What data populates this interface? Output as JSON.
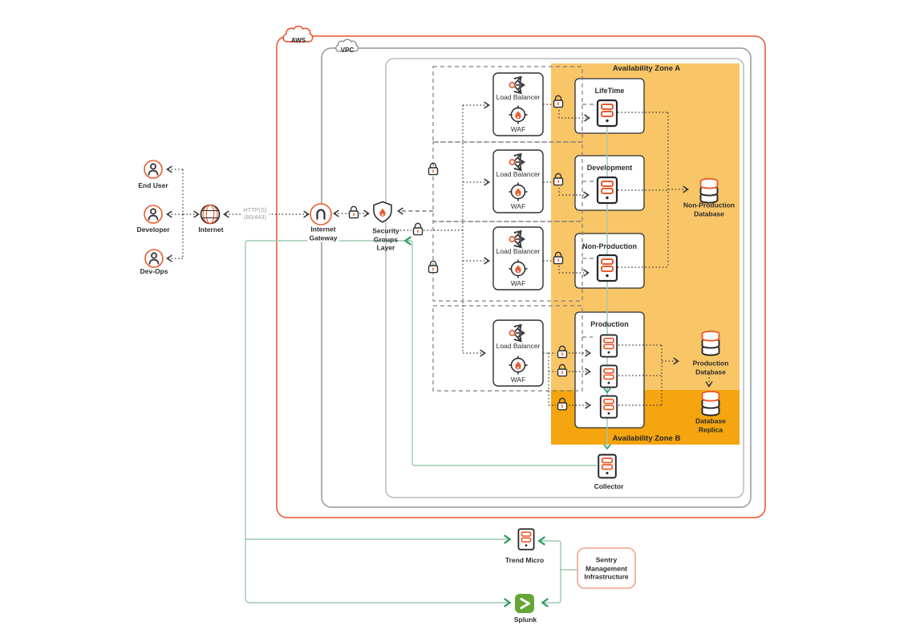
{
  "page": {
    "aws": "AWS",
    "vpc": "VPC",
    "zone_a": "Availability Zone A",
    "zone_b": "Availability Zone B",
    "actors": [
      {
        "label": "End User"
      },
      {
        "label": "Developer"
      },
      {
        "label": "Dev-Ops"
      }
    ],
    "internet": "Internet",
    "http1": "HTTP(S)",
    "http2": "(80/443)",
    "gateway1": "Internet",
    "gateway2": "Gateway",
    "sec1": "Security",
    "sec2": "Groups",
    "sec3": "Layer",
    "lb_title": "Load Balancer",
    "waf": "WAF",
    "envs": [
      {
        "title": "LifeTime"
      },
      {
        "title": "Development"
      },
      {
        "title": "Non-Production"
      },
      {
        "title": "Production"
      }
    ],
    "db_nonprod1": "Non-Production",
    "db_nonprod2": "Database",
    "db_prod1": "Production",
    "db_prod2": "Database",
    "db_replica1": "Database",
    "db_replica2": "Replica",
    "collector": "Collector",
    "trend_micro": "Trend Micro",
    "splunk": "Splunk",
    "sentry1": "Sentry",
    "sentry2": "Management",
    "sentry3": "Infrastructure",
    "colors": {
      "accent_orange": "#EB5B2D",
      "aws_border": "#E8542D",
      "zone_a_fill": "#F9C667",
      "zone_b_fill": "#F4A50F",
      "green_line": "#9FC9AF",
      "green_arrow": "#2F9E5F",
      "splunk_green": "#65A637",
      "sentry_border": "#F2A38B"
    }
  }
}
